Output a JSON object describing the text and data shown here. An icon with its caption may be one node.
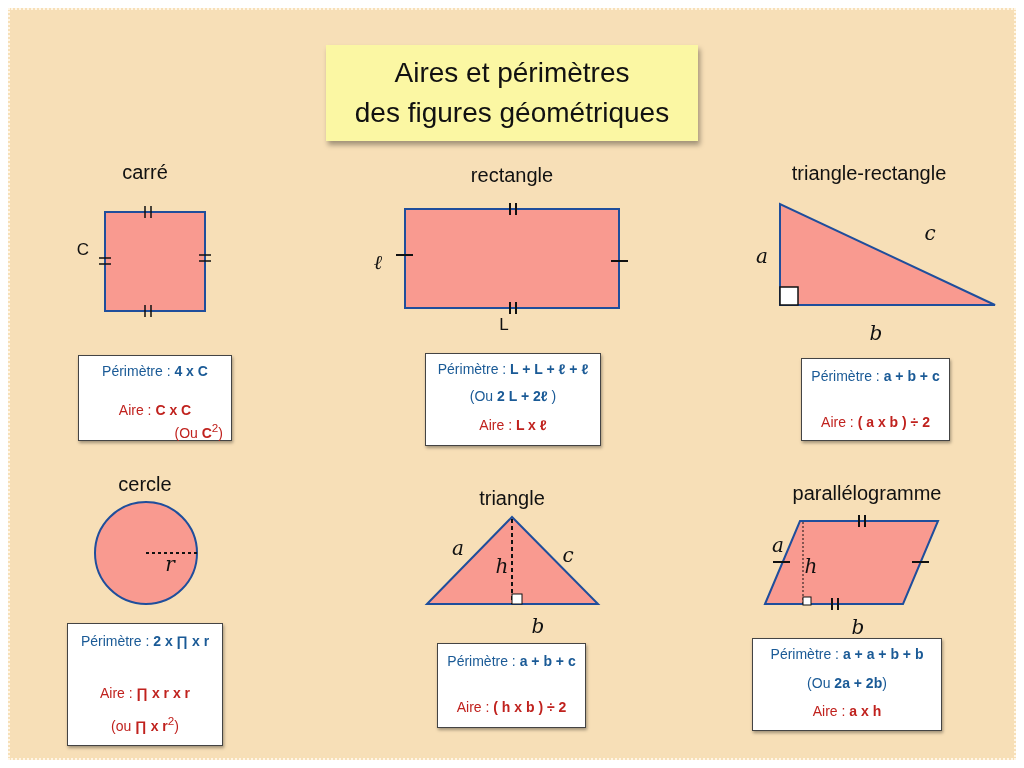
{
  "diagram": {
    "title": "Aires et périmètres des figures géométriques",
    "nodes": [
      {
        "text": [
          "Périmètre : **4 x C**",
          "Aire : **C x C**",
          "(Ou **C**$^{2}$)"
        ]
      },
      {
        "text": [
          "Périmètre : **L + L + ℓ + ℓ**",
          "(Ou **2 L + 2ℓ** )",
          "Aire : **L x ℓ**"
        ]
      },
      {
        "text": [
          "Périmètre : **a + b + c**",
          "Aire : **( a x b ) ÷ 2**"
        ]
      },
      {
        "text": [
          "Périmètre : **2 x ∏ x r**",
          "Aire : **∏ x r  x  r**",
          "(ou **∏ x r**$^{2}$)"
        ]
      },
      {
        "text": [
          "Périmètre : **a + b + c**",
          "Aire : **( h x b ) ÷ 2**"
        ]
      },
      {
        "text": [
          "Périmètre : **a + a + b  +  b**",
          "(Ou **2a + 2b**)",
          "Aire : **a x h**"
        ]
      }
    ],
    "labels": [
      "carré",
      "rectangle",
      "triangle-rectangle",
      "C",
      "ℓ",
      "c",
      "a",
      "L",
      "b",
      "cercle",
      "triangle",
      "parallélogramme",
      "a",
      "c",
      "a",
      "r",
      "h",
      "h",
      "b",
      "b"
    ]
  }
}
